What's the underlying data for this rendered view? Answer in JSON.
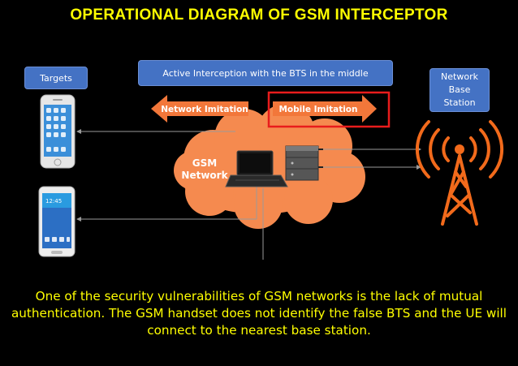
{
  "title": "OPERATIONAL DIAGRAM OF GSM INTERCEPTOR",
  "labels": {
    "targets": "Targets",
    "banner": "Active Interception with the BTS in the middle",
    "station": [
      "Network",
      "Base",
      "Station"
    ],
    "network_imitation": "Network Imitation",
    "mobile_imitation": "Mobile Imitation",
    "cloud": [
      "GSM",
      "Network"
    ]
  },
  "caption": "One of the security vulnerabilities of GSM networks is the lack of mutual authentication. The GSM handset does not identify the false BTS and the UE will connect to the nearest base station.",
  "colors": {
    "background": "#000000",
    "title": "#ffff00",
    "caption": "#ffff00",
    "box_fill": "#4472c4",
    "arrow": "#f2773a",
    "cloud": "#f58a4f",
    "highlight": "#e81c1c",
    "tower": "#f26a1b"
  },
  "icons": [
    "smartphone-icon",
    "smartphone-icon",
    "laptop-icon",
    "interceptor-device-icon",
    "cell-tower-icon"
  ]
}
